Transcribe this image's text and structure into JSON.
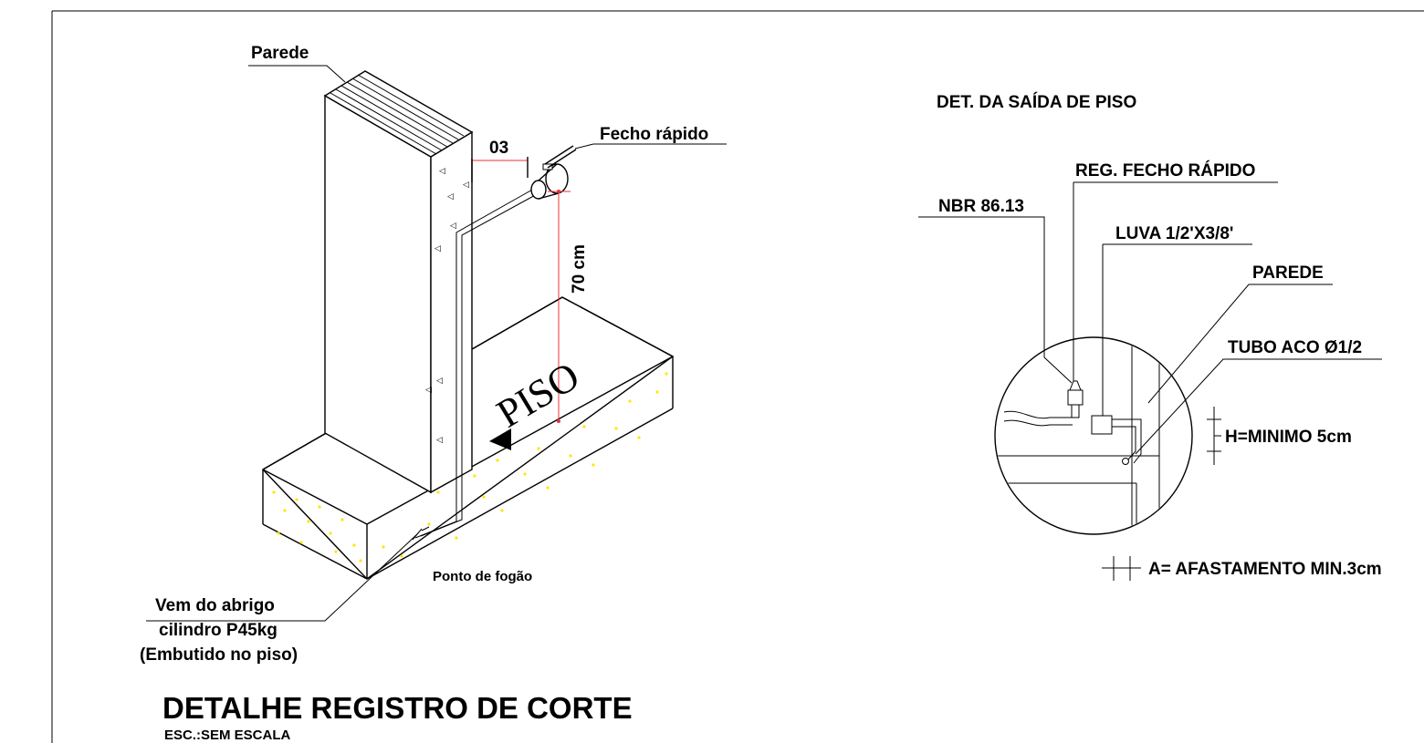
{
  "left_detail": {
    "wall_label": "Parede",
    "dim_horizontal": "03",
    "valve_label": "Fecho rápido",
    "dim_vertical": "70 cm",
    "floor_text": "PISO",
    "point_label": "Ponto de fogão",
    "source_line1": "Vem do abrigo",
    "source_line2": "cilindro P45kg",
    "source_line3": "(Embutido no piso)",
    "title": "DETALHE REGISTRO DE CORTE",
    "scale": "ESC.:SEM ESCALA"
  },
  "right_detail": {
    "title": "DET. DA SAÍDA DE PISO",
    "label_valve": "REG. FECHO RÁPIDO",
    "label_norm": "NBR 86.13",
    "label_coupling": "LUVA 1/2'X3/8'",
    "label_wall": "PAREDE",
    "label_tube": "TUBO ACO Ø1/2",
    "label_height": "H=MINIMO 5cm",
    "label_spacing": "A= AFASTAMENTO MIN.3cm"
  },
  "colors": {
    "lines": "#000000",
    "dimension": "#e8333a",
    "concrete_dots": "#ffe600",
    "background": "#ffffff"
  }
}
